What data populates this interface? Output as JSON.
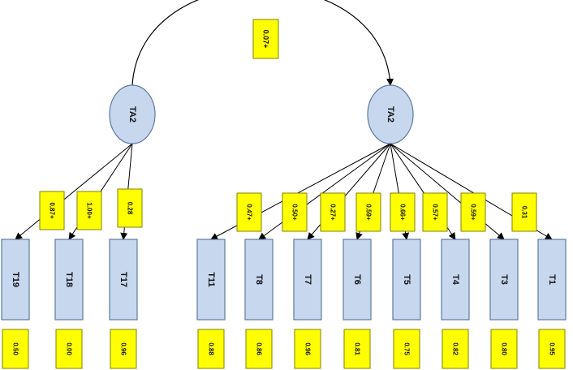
{
  "colors": {
    "node_fill": "#c6d7ee",
    "node_stroke": "#5f7aa0",
    "label_fill": "#ffff00",
    "label_stroke": "#808000",
    "edge": "#000000"
  },
  "latent_factors": [
    {
      "id": "f1",
      "label": "TA2"
    },
    {
      "id": "f2",
      "label": "TA2"
    }
  ],
  "factor_correlation": {
    "label": "0.07+"
  },
  "indicators": [
    {
      "id": "T19",
      "label": "T19",
      "factor": "f1",
      "loading": "0.87+",
      "residual": "0.50"
    },
    {
      "id": "T18",
      "label": "T18",
      "factor": "f1",
      "loading": "1.00+",
      "residual": "0.00"
    },
    {
      "id": "T17",
      "label": "T17",
      "factor": "f1",
      "loading": "0.28",
      "residual": "0.96"
    },
    {
      "id": "T11",
      "label": "T11",
      "factor": "f2",
      "loading": "0.47+",
      "residual": "0.88"
    },
    {
      "id": "T8",
      "label": "T8",
      "factor": "f2",
      "loading": "0.50+",
      "residual": "0.86"
    },
    {
      "id": "T7",
      "label": "T7",
      "factor": "f2",
      "loading": "0.27+",
      "residual": "0.96"
    },
    {
      "id": "T6",
      "label": "T6",
      "factor": "f2",
      "loading": "0.59+",
      "residual": "0.81"
    },
    {
      "id": "T5",
      "label": "T5",
      "factor": "f2",
      "loading": "0.66+",
      "residual": "0.75"
    },
    {
      "id": "T4",
      "label": "T4",
      "factor": "f2",
      "loading": "0.57+",
      "residual": "0.82"
    },
    {
      "id": "T3",
      "label": "T3",
      "factor": "f2",
      "loading": "0.59+",
      "residual": "0.80"
    },
    {
      "id": "T1",
      "label": "T1",
      "factor": "f2",
      "loading": "0.31",
      "residual": "0.95"
    }
  ]
}
